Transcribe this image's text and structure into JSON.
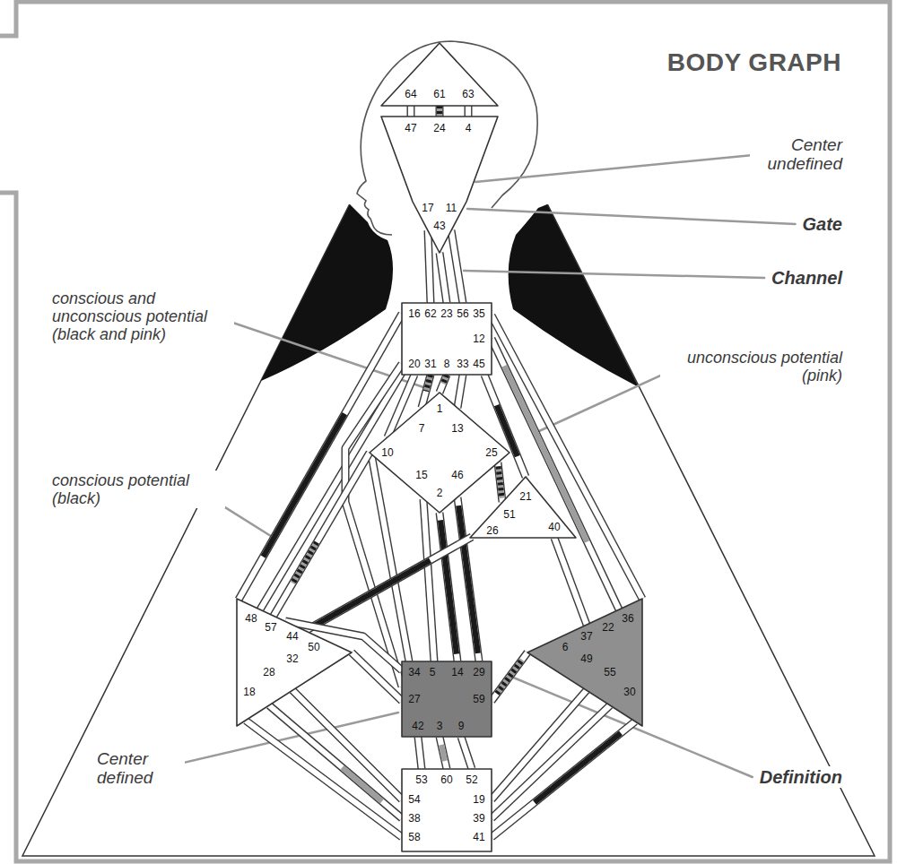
{
  "diagram": {
    "title": "BODY GRAPH",
    "nodes": [
      {
        "text": [
          "64",
          "61",
          "63"
        ]
      },
      {
        "text": [
          "47",
          "24",
          "4",
          "17",
          "11",
          "43"
        ]
      },
      {
        "text": [
          "16",
          "62",
          "23",
          "56",
          "35",
          "12",
          "20",
          "31",
          "8",
          "33",
          "45"
        ]
      },
      {
        "text": [
          "1",
          "7",
          "13",
          "10",
          "25",
          "15",
          "2",
          "46"
        ]
      },
      {
        "text": [
          "21",
          "51",
          "26",
          "40"
        ]
      },
      {
        "text": [
          "48",
          "57",
          "44",
          "50",
          "32",
          "28",
          "18"
        ]
      },
      {
        "text": [
          "36",
          "22",
          "37",
          "6",
          "49",
          "55",
          "30"
        ]
      },
      {
        "text": [
          "34",
          "5",
          "14",
          "29",
          "27",
          "59",
          "42",
          "3",
          "9"
        ]
      },
      {
        "text": [
          "53",
          "60",
          "52",
          "54",
          "19",
          "38",
          "39",
          "58",
          "41"
        ]
      }
    ],
    "edges": [
      {
        "from": 0,
        "to": 1,
        "arrow": "none"
      },
      {
        "from": 0,
        "to": 1,
        "arrow": "none"
      },
      {
        "from": 0,
        "to": 1,
        "arrow": "none"
      },
      {
        "from": 1,
        "to": 2,
        "arrow": "none"
      },
      {
        "from": 1,
        "to": 2,
        "arrow": "none"
      },
      {
        "from": 1,
        "to": 2,
        "arrow": "none"
      },
      {
        "from": 2,
        "to": 3,
        "arrow": "none"
      },
      {
        "from": 2,
        "to": 3,
        "arrow": "none"
      },
      {
        "from": 2,
        "to": 3,
        "arrow": "none"
      },
      {
        "from": 2,
        "to": 3,
        "arrow": "none"
      },
      {
        "from": 2,
        "to": 5,
        "arrow": "none"
      },
      {
        "from": 2,
        "to": 5,
        "arrow": "none"
      },
      {
        "from": 2,
        "to": 7,
        "arrow": "none"
      },
      {
        "from": 2,
        "to": 4,
        "arrow": "none"
      },
      {
        "from": 2,
        "to": 6,
        "arrow": "none"
      },
      {
        "from": 2,
        "to": 6,
        "arrow": "none"
      },
      {
        "from": 3,
        "to": 7,
        "arrow": "none"
      },
      {
        "from": 3,
        "to": 7,
        "arrow": "none"
      },
      {
        "from": 3,
        "to": 7,
        "arrow": "none"
      },
      {
        "from": 3,
        "to": 7,
        "arrow": "none"
      },
      {
        "from": 3,
        "to": 5,
        "arrow": "none"
      },
      {
        "from": 3,
        "to": 4,
        "arrow": "none"
      },
      {
        "from": 4,
        "to": 5,
        "arrow": "none"
      },
      {
        "from": 4,
        "to": 6,
        "arrow": "none"
      },
      {
        "from": 7,
        "to": 5,
        "arrow": "none"
      },
      {
        "from": 7,
        "to": 5,
        "arrow": "none"
      },
      {
        "from": 7,
        "to": 6,
        "arrow": "none"
      },
      {
        "from": 7,
        "to": 8,
        "arrow": "none"
      },
      {
        "from": 7,
        "to": 8,
        "arrow": "none"
      },
      {
        "from": 7,
        "to": 8,
        "arrow": "none"
      },
      {
        "from": 5,
        "to": 8,
        "arrow": "none"
      },
      {
        "from": 5,
        "to": 8,
        "arrow": "none"
      },
      {
        "from": 5,
        "to": 8,
        "arrow": "none"
      },
      {
        "from": 6,
        "to": 8,
        "arrow": "none"
      },
      {
        "from": 6,
        "to": 8,
        "arrow": "none"
      },
      {
        "from": 6,
        "to": 8,
        "arrow": "none"
      }
    ],
    "labels": [
      "Center undefined",
      "Gate",
      "Channel",
      "conscious and unconscious potential (black and pink)",
      "unconscious potential (pink)",
      "conscious potential (black)",
      "Center defined",
      "Definition"
    ]
  }
}
